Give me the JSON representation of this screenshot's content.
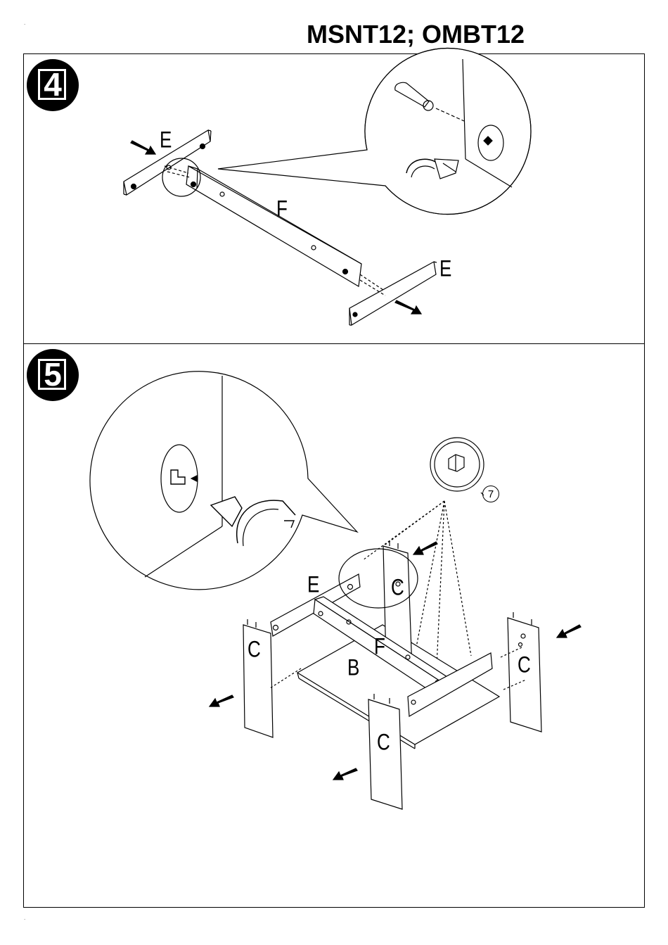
{
  "document": {
    "title": "MSNT12; OMBT12"
  },
  "steps": [
    {
      "number": "4",
      "labels": {
        "board_end_top": "E",
        "rail": "F",
        "board_end_bottom": "E"
      }
    },
    {
      "number": "5",
      "labels": {
        "top_board": "E",
        "rail": "F",
        "shelf": "B",
        "leg_left": "C",
        "leg_back": "C",
        "leg_right": "C",
        "leg_front": "C"
      },
      "part_number": "7"
    }
  ],
  "icons": {
    "step_badge": "step-number-badge-icon",
    "arrow": "push-arrow-icon",
    "cam_lock": "cam-lock-fitting-icon",
    "dowel": "dowel-pin-icon",
    "hex_nut": "hex-connector-icon"
  },
  "colors": {
    "ink": "#000000",
    "paper": "#ffffff"
  }
}
